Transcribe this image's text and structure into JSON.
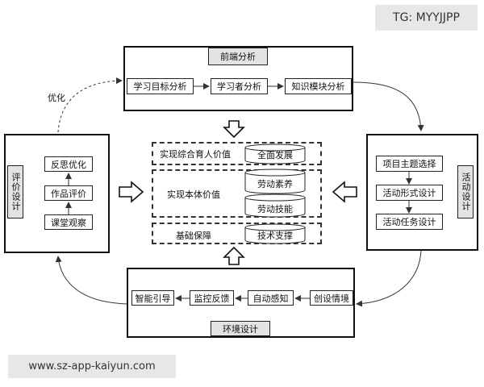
{
  "watermark_top": "TG: MYYJJPP",
  "watermark_bottom": "www.sz-app-kaiyun.com",
  "front_end": {
    "title": "前端分析",
    "steps": [
      "学习目标分析",
      "学习者分析",
      "知识模块分析"
    ]
  },
  "activity": {
    "title": "活动设计",
    "steps": [
      "项目主题选择",
      "活动形式设计",
      "活动任务设计"
    ]
  },
  "environment": {
    "title": "环境设计",
    "steps": [
      "智能引导",
      "监控反馈",
      "自动感知",
      "创设情境"
    ]
  },
  "evaluation": {
    "title": "评价设计",
    "steps": [
      "反思优化",
      "作品评价",
      "课堂观察"
    ]
  },
  "optimize_label": "优化",
  "center": {
    "comprehensive": {
      "label": "实现综合育人价值",
      "item": "全面发展"
    },
    "ontology": {
      "label": "实现本体价值",
      "items": [
        "劳动素养",
        "劳动技能"
      ]
    },
    "foundation": {
      "label": "基础保障",
      "item": "技术支撑"
    }
  },
  "colors": {
    "title_bg": "#e3e3e3",
    "watermark_bg": "#e7e7e7",
    "line": "#333333"
  }
}
